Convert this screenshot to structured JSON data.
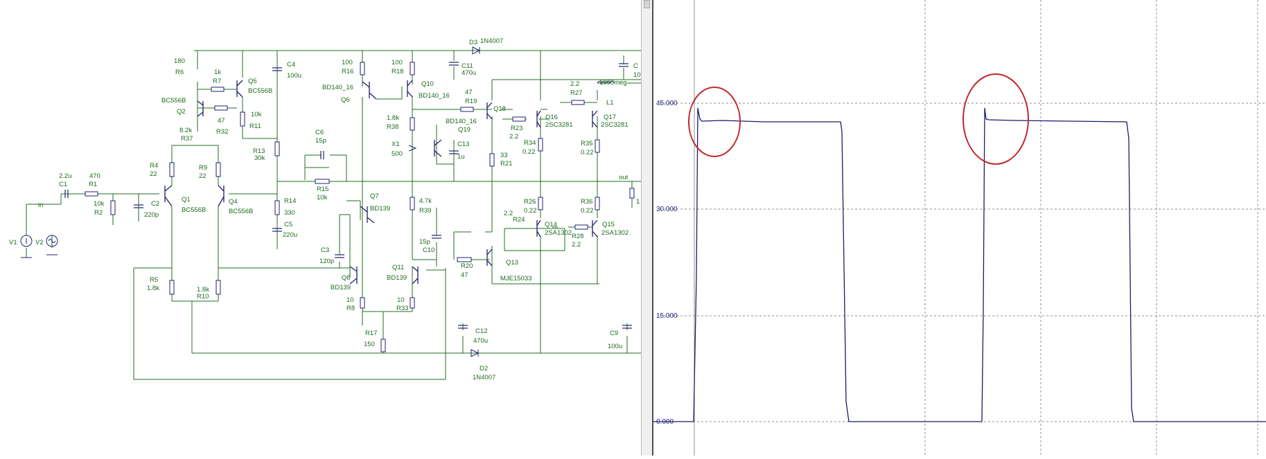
{
  "schematic": {
    "labels": {
      "R6": "R6",
      "R6v": "180",
      "R7": "R7",
      "R7v": "1k",
      "Q5": "Q5",
      "Q5t": "BC556B",
      "Q2": "Q2",
      "Q2t": "BC556B",
      "R32": "R32",
      "R32v": "47",
      "R11": "R11",
      "R11v": "10k",
      "R37": "R37",
      "R37v": "8.2k",
      "C4": "C4",
      "C4v": "100u",
      "R13": "R13",
      "R13v": "30k",
      "R4": "R4",
      "R4v": "22",
      "R9": "R9",
      "R9v": "22",
      "Q1": "Q1",
      "Q1t": "BC556B",
      "Q4": "Q4",
      "Q4t": "BC556B",
      "C1": "C1",
      "C1v": "2.2u",
      "R1": "R1",
      "R1v": "470",
      "R2": "R2",
      "R2v": "10k",
      "C2": "C2",
      "C2v": "220p",
      "in": "in",
      "V1": "V1",
      "V2": "V2",
      "R5": "R5",
      "R5v": "1.8k",
      "R10": "R10",
      "R10v": "1.8k",
      "C6": "C6",
      "C6v": "15p",
      "R15": "R15",
      "R15v": "10k",
      "R14": "R14",
      "R14v": "330",
      "C5": "C5",
      "C5v": "220u",
      "R16": "R16",
      "R16v": "100",
      "R18": "R18",
      "R18v": "100",
      "Q6": "Q6",
      "Q6t": "BD140_16",
      "Q10": "Q10",
      "Q10t": "BD140_16",
      "R38": "R38",
      "R38v": "1.8k",
      "X1": "X1",
      "X1v": "500",
      "Q19": "Q19",
      "Q19t": "BD140_16",
      "C13": "C13",
      "C13v": "1u",
      "Q7": "Q7",
      "Q7t": "BD139",
      "R39": "R39",
      "R39v": "4.7k",
      "C3": "C3",
      "C3v": "120p",
      "Q8": "Q8",
      "Q8t": "BD139",
      "Q11": "Q11",
      "Q11t": "BD139",
      "C10": "C10",
      "C10v": "15p",
      "R8": "R8",
      "R8v": "10",
      "R33": "R33",
      "R33v": "10",
      "R17": "R17",
      "R17v": "150",
      "D3": "D3",
      "D3t": "1N4007",
      "C11": "C11",
      "C11v": "470u",
      "R19": "R19",
      "R19v": "47",
      "Q18": "Q18",
      "R21": "R21",
      "R21v": "33",
      "R20": "R20",
      "R20v": "47",
      "Q13": "Q13",
      "Q13t": "MJE15033",
      "R23": "R23",
      "R23v": "2.2",
      "Q16": "Q16",
      "Q16t": "2SC3281",
      "R34": "R34",
      "R34v": "0.22",
      "R27": "R27",
      "R27v": "2.2",
      "L1": "L1",
      "L1v": "1000meg",
      "Q17": "Q17",
      "Q17t": "2SC3281",
      "R35": "R35",
      "R35v": "0.22",
      "R26": "R26",
      "R26v": "0.22",
      "R24": "R24",
      "R24v": "2.2",
      "Q14": "Q14",
      "Q14t": "2SA1302",
      "R28": "R28",
      "R28v": "2.2",
      "R36": "R36",
      "R36v": "0.22",
      "Q15": "Q15",
      "Q15t": "2SA1302",
      "out": "out",
      "C12": "C12",
      "C12v": "470u",
      "D2": "D2",
      "D2t": "1N4007",
      "C9": "C9",
      "C9v": "100u",
      "Cpart": "C",
      "Cpartv": "10",
      "Rpart": "1"
    }
  },
  "plot": {
    "y_ticks": [
      "45.000",
      "30.000",
      "15.000",
      "0.000"
    ],
    "annotation_color": "#c0282b",
    "trace_color": "#1a1a6e"
  }
}
